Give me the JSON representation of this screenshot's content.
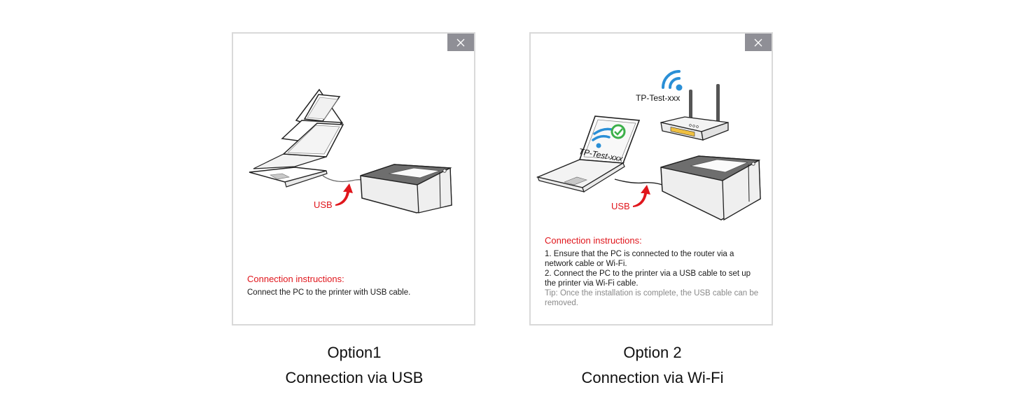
{
  "options": [
    {
      "id": "usb",
      "close_icon": "close-icon",
      "illustration": {
        "devices": [
          "laptop",
          "printer"
        ],
        "cable_label": "USB",
        "arrow_icon": "curved-arrow-icon"
      },
      "instructions": {
        "title": "Connection instructions:",
        "lines": [
          "Connect the PC to the printer with USB cable."
        ]
      },
      "caption": {
        "line1": "Option1",
        "line2": "Connection via USB"
      }
    },
    {
      "id": "wifi",
      "close_icon": "close-icon",
      "illustration": {
        "devices": [
          "router",
          "laptop",
          "printer"
        ],
        "router_ssid": "TP-Test-xxx",
        "laptop_screen_ssid": "TP-Test-xxx",
        "cable_label": "USB",
        "arrow_icon": "curved-arrow-icon",
        "wifi_color": "#2a8fd6",
        "check_color": "#3cb04a"
      },
      "instructions": {
        "title": "Connection instructions:",
        "lines": [
          "1. Ensure that the PC is connected to the router via a network cable or Wi-Fi.",
          "2. Connect the PC to the printer via a USB cable to set up the printer via Wi-Fi cable."
        ],
        "tip": "Tip: Once the installation is complete, the USB cable can be removed."
      },
      "caption": {
        "line1": "Option 2",
        "line2": "Connection via Wi-Fi"
      }
    }
  ],
  "colors": {
    "accent_red": "#e0161c",
    "close_button_bg": "#8f8f96",
    "panel_border": "#d9d9d9",
    "tip_text": "#8a8a8a"
  }
}
